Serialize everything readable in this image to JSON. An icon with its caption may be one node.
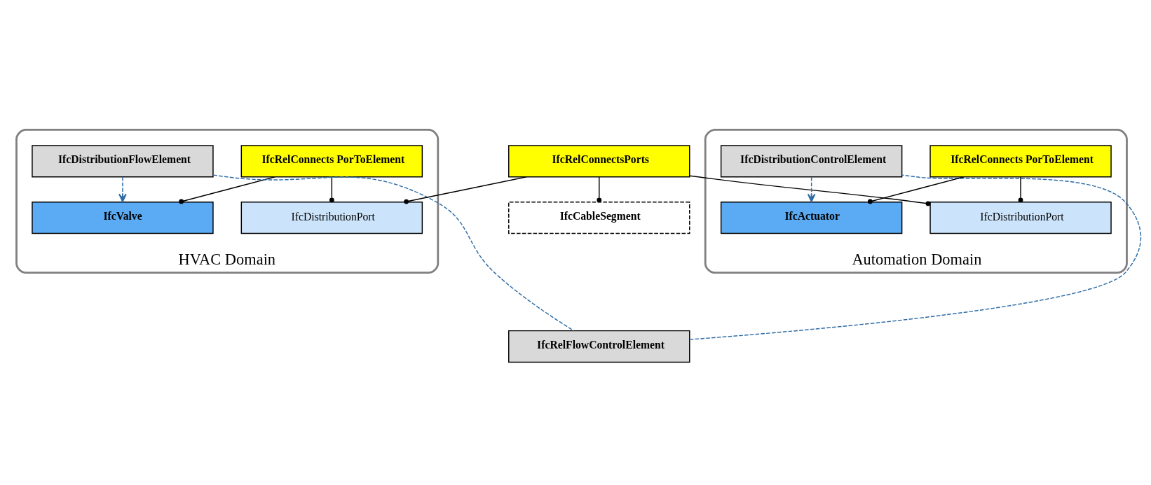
{
  "diagram": {
    "nodes": [
      {
        "text": [
          "HVAC Domain"
        ]
      },
      {
        "text": [
          "IfcDistributionPort"
        ],
        "in": 0
      },
      {
        "text": [
          "IfcRelConnects PorToElement"
        ],
        "in": 0
      },
      {
        "text": [
          "IfcValve"
        ],
        "in": 0
      },
      {
        "text": [
          "IfcDistributionFlowElement"
        ],
        "in": 0
      },
      {
        "text": [
          "IfcRelConnectsPorts"
        ]
      },
      {
        "text": [
          "IfcCableSegment"
        ]
      },
      {
        "text": [
          "IfcRelFlowControlElement"
        ]
      },
      {
        "text": [
          "Automation Domain"
        ]
      },
      {
        "text": [
          "IfcDistributionPort"
        ],
        "in": 8
      },
      {
        "text": [
          "IfcRelConnects PorToElement"
        ],
        "in": 8
      },
      {
        "text": [
          "IfcActuator"
        ],
        "in": 8
      },
      {
        "text": [
          "IfcDistributionControlElement"
        ],
        "in": 8
      }
    ],
    "edges": [
      {
        "from": 5,
        "to": 1,
        "arrow": "other"
      },
      {
        "from": 5,
        "to": 9,
        "arrow": "other"
      },
      {
        "from": 5,
        "to": 6,
        "arrow": "other"
      },
      {
        "from": 2,
        "to": 1,
        "arrow": "other"
      },
      {
        "from": 2,
        "to": 3,
        "arrow": "other"
      },
      {
        "from": 10,
        "to": 9,
        "arrow": "other"
      },
      {
        "from": 10,
        "to": 11,
        "arrow": "other"
      },
      {
        "from": 4,
        "to": 3,
        "arrow": "to",
        "style": "dashed",
        "color": "#2e6ca4"
      },
      {
        "from": 12,
        "to": 11,
        "arrow": "to",
        "style": "dashed",
        "color": "#2e6ca4"
      },
      {
        "from": 4,
        "to": 7,
        "arrow": "none",
        "style": "dashed",
        "color": "#2e6ca4"
      },
      {
        "from": 7,
        "to": 12,
        "arrow": "none",
        "style": "dashed",
        "color": "#2e6ca4"
      }
    ]
  }
}
